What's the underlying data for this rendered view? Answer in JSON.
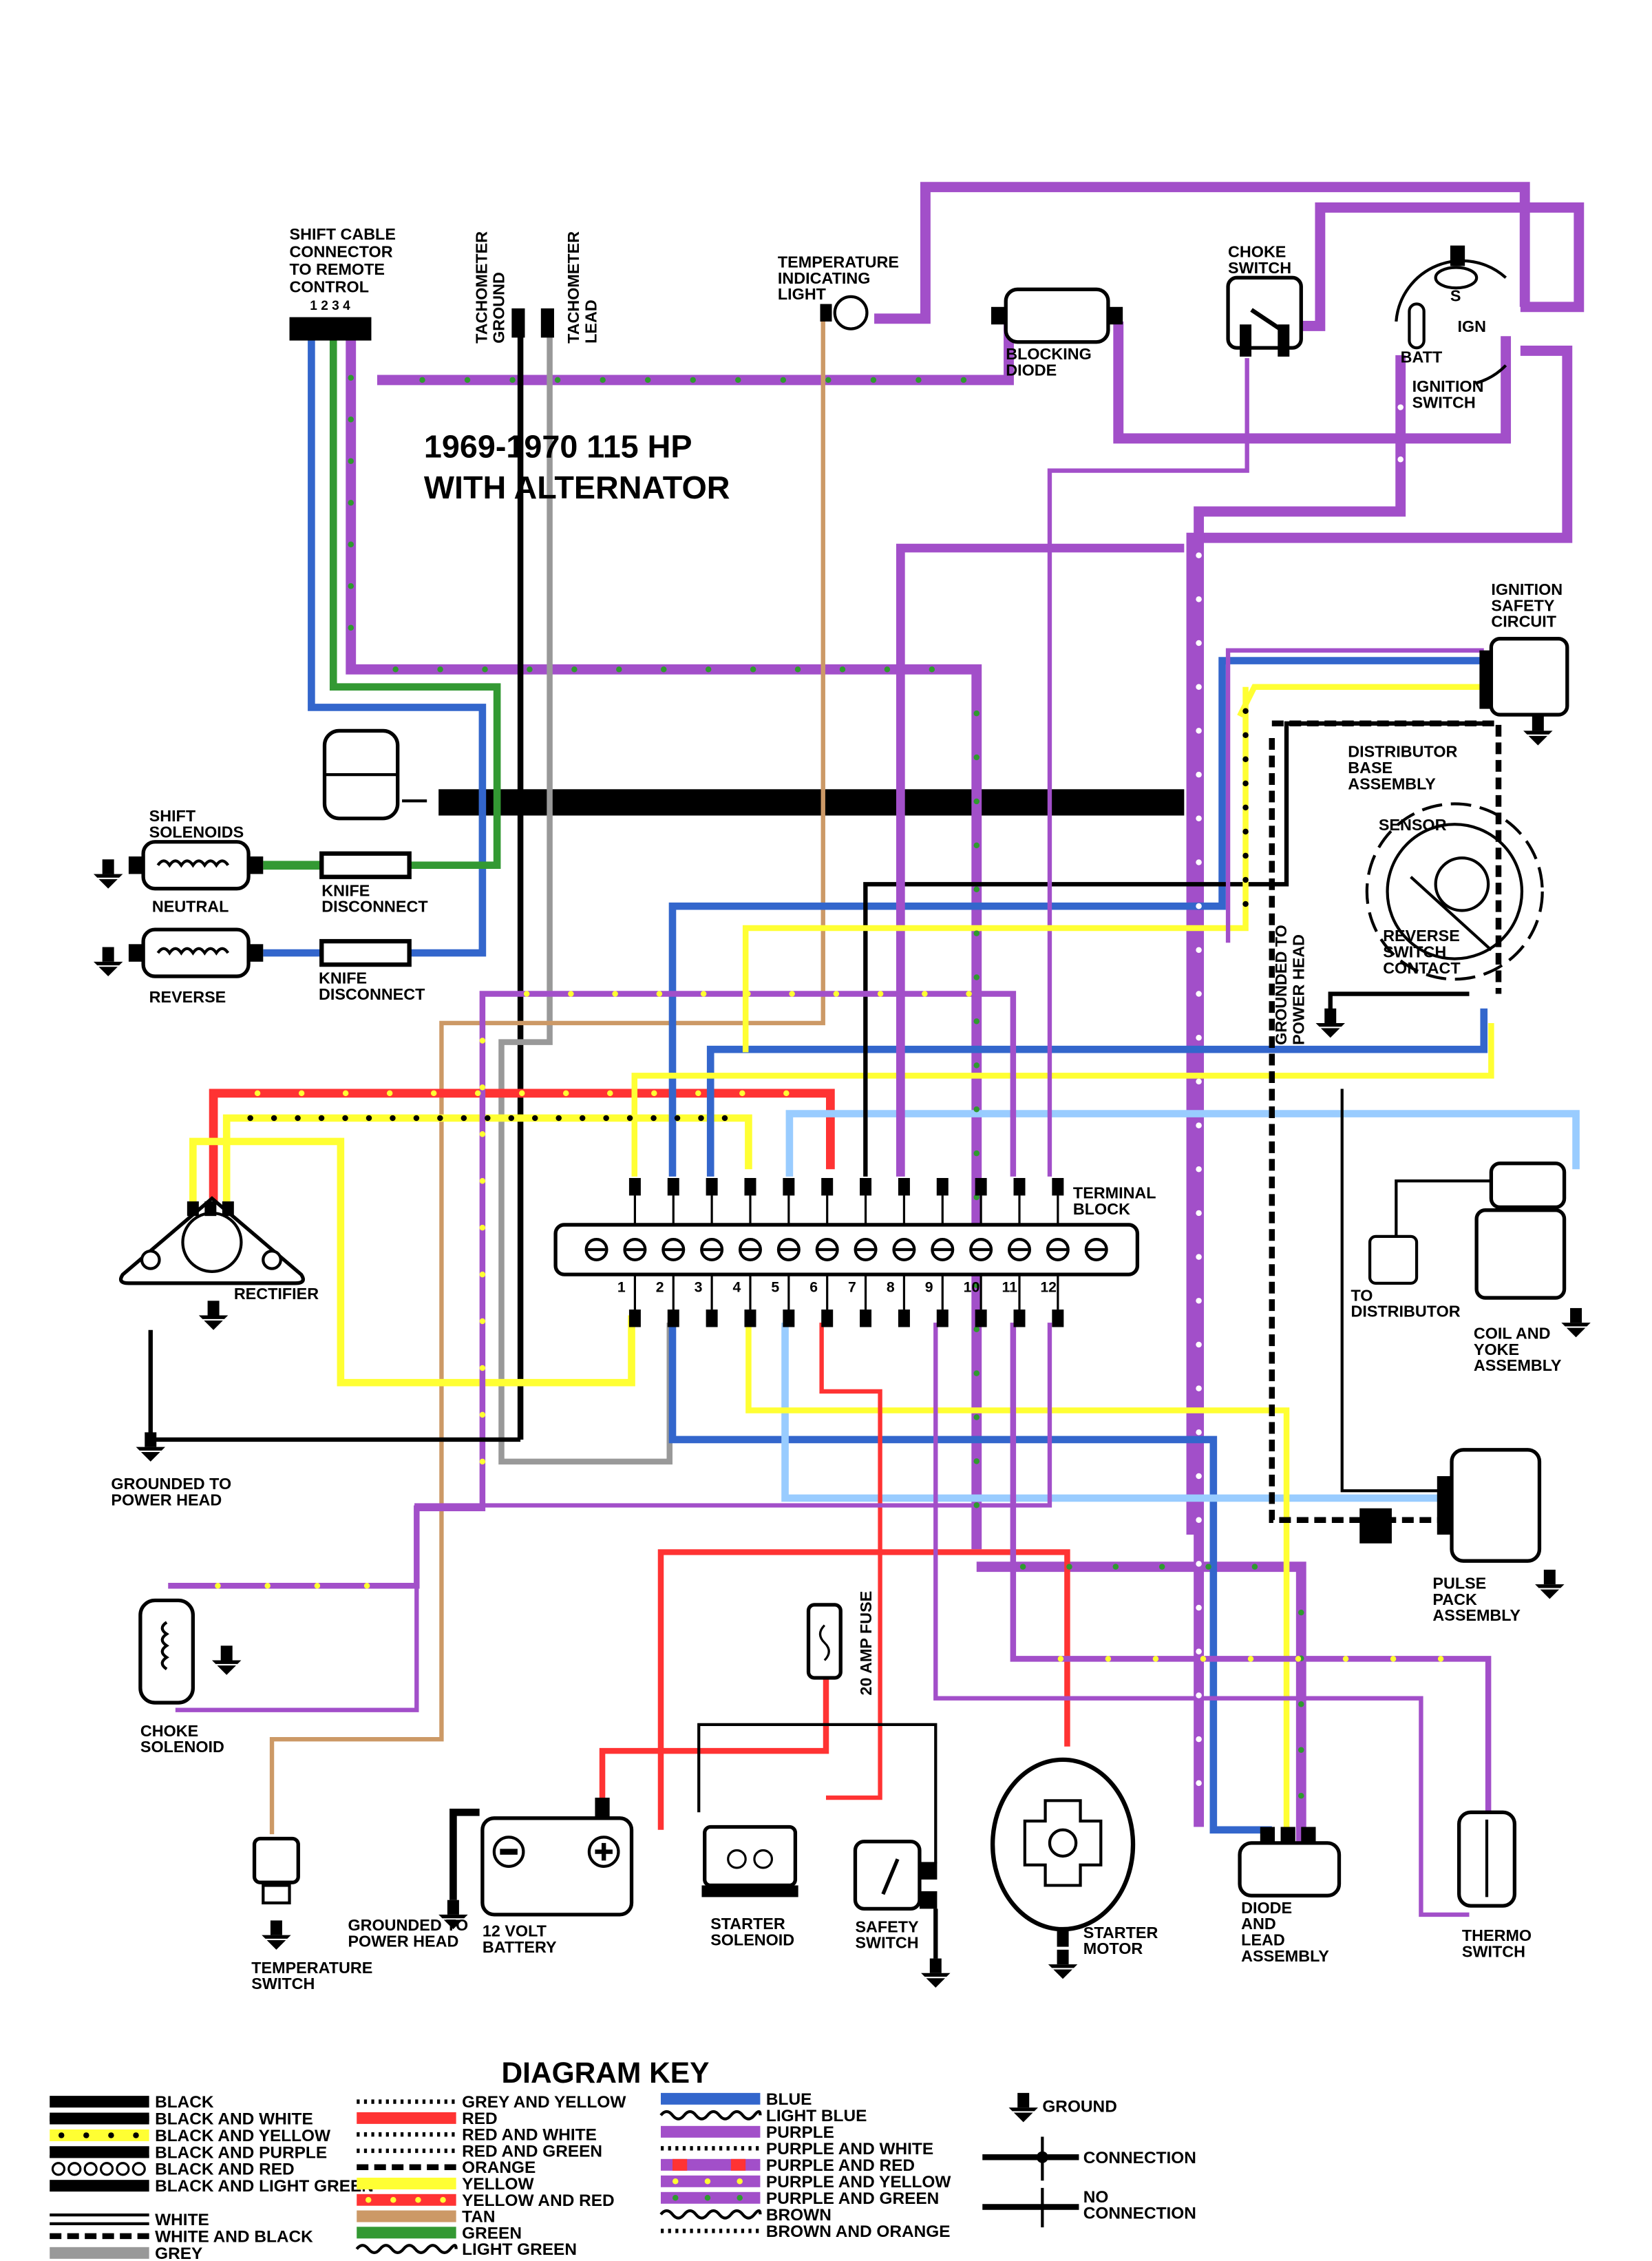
{
  "title": {
    "line1": "1969-1970 115  HP",
    "line2": "WITH  ALTERNATOR"
  },
  "colors": {
    "black": "#000000",
    "purple": "#a24fc9",
    "blue": "#3366cc",
    "light_blue": "#99ccff",
    "red": "#ff3333",
    "yellow": "#ffff33",
    "green": "#339933",
    "tan": "#cc9966",
    "grey": "#999999",
    "dot_green": "#2e9a2e",
    "dot_yellow": "#ffff33",
    "dot_white": "#ffffff"
  },
  "components": {
    "shift_cable": {
      "label": [
        "SHIFT CABLE",
        "CONNECTOR",
        "TO REMOTE",
        "CONTROL"
      ],
      "pins": "1 2 3 4"
    },
    "tach_ground": "TACHOMETER GROUND",
    "tach_ground_l1": "TACHOMETER",
    "tach_ground_l2": "GROUND",
    "tach_lead_l1": "TACHOMETER",
    "tach_lead_l2": "LEAD",
    "temp_light": [
      "TEMPERATURE",
      "INDICATING",
      "LIGHT"
    ],
    "blocking_diode": [
      "BLOCKING",
      "DIODE"
    ],
    "choke_switch": [
      "CHOKE",
      "SWITCH"
    ],
    "ignition_switch": {
      "label": [
        "IGNITION",
        "SWITCH"
      ],
      "s": "S",
      "ign": "IGN",
      "batt": "BATT"
    },
    "ignition_safety": [
      "IGNITION",
      "SAFETY",
      "CIRCUIT"
    ],
    "distributor": [
      "DISTRIBUTOR",
      "BASE",
      "ASSEMBLY"
    ],
    "sensor": "SENSOR",
    "reverse_contact": [
      "REVERSE",
      "SWITCH",
      "CONTACT"
    ],
    "grounded_vert": [
      "GROUNDED TO",
      "POWER HEAD"
    ],
    "shift_solenoids": [
      "SHIFT",
      "SOLENOIDS"
    ],
    "neutral": "NEUTRAL",
    "reverse": "REVERSE",
    "knife1": [
      "KNIFE",
      "DISCONNECT"
    ],
    "knife2": [
      "KNIFE",
      "DISCONNECT"
    ],
    "terminal_block": [
      "TERMINAL",
      "BLOCK"
    ],
    "terminal_numbers": [
      "1",
      "2",
      "3",
      "4",
      "5",
      "6",
      "7",
      "8",
      "9",
      "10",
      "11",
      "12"
    ],
    "rectifier": "RECTIFIER",
    "grounded_left": [
      "GROUNDED TO",
      "POWER HEAD"
    ],
    "to_distributor": [
      "TO",
      "DISTRIBUTOR"
    ],
    "coil": [
      "COIL AND",
      "YOKE",
      "ASSEMBLY"
    ],
    "pulse_pack": [
      "PULSE",
      "PACK",
      "ASSEMBLY"
    ],
    "choke_solenoid": [
      "CHOKE",
      "SOLENOID"
    ],
    "fuse": "20 AMP FUSE",
    "temp_switch": [
      "TEMPERATURE",
      "SWITCH"
    ],
    "grounded_battery": [
      "GROUNDED TO",
      "POWER HEAD"
    ],
    "battery": [
      "12 VOLT",
      "BATTERY"
    ],
    "starter_solenoid": [
      "STARTER",
      "SOLENOID"
    ],
    "safety_switch": [
      "SAFETY",
      "SWITCH"
    ],
    "starter_motor": [
      "STARTER",
      "MOTOR"
    ],
    "diode_lead": [
      "DIODE",
      "AND",
      "LEAD",
      "ASSEMBLY"
    ],
    "thermo_switch": [
      "THERMO",
      "SWITCH"
    ]
  },
  "key": {
    "title": "DIAGRAM KEY",
    "col1": [
      {
        "label": "BLACK",
        "style": "black"
      },
      {
        "label": "BLACK AND WHITE",
        "style": "black-white"
      },
      {
        "label": "BLACK AND YELLOW",
        "style": "black-yellow"
      },
      {
        "label": "BLACK AND PURPLE",
        "style": "black-purple"
      },
      {
        "label": "BLACK AND RED",
        "style": "black-red"
      },
      {
        "label": "BLACK AND LIGHT GREEN",
        "style": "black-lightgreen"
      },
      {
        "label": "WHITE",
        "style": "white"
      },
      {
        "label": "WHITE AND BLACK",
        "style": "white-black"
      },
      {
        "label": "GREY",
        "style": "grey"
      }
    ],
    "col2": [
      {
        "label": "GREY AND YELLOW",
        "style": "grey-yellow"
      },
      {
        "label": "RED",
        "style": "red"
      },
      {
        "label": "RED AND WHITE",
        "style": "red-white"
      },
      {
        "label": "RED AND GREEN",
        "style": "red-green"
      },
      {
        "label": "ORANGE",
        "style": "orange"
      },
      {
        "label": "YELLOW",
        "style": "yellow"
      },
      {
        "label": "YELLOW AND RED",
        "style": "yellow-red"
      },
      {
        "label": "TAN",
        "style": "tan"
      },
      {
        "label": "GREEN",
        "style": "green"
      },
      {
        "label": "LIGHT GREEN",
        "style": "lightgreen"
      }
    ],
    "col3": [
      {
        "label": "BLUE",
        "style": "blue"
      },
      {
        "label": "LIGHT BLUE",
        "style": "lightblue"
      },
      {
        "label": "PURPLE",
        "style": "purple"
      },
      {
        "label": "PURPLE AND WHITE",
        "style": "purple-white"
      },
      {
        "label": "PURPLE AND RED",
        "style": "purple-red"
      },
      {
        "label": "PURPLE AND YELLOW",
        "style": "purple-yellow"
      },
      {
        "label": "PURPLE AND GREEN",
        "style": "purple-green"
      },
      {
        "label": "BROWN",
        "style": "brown"
      },
      {
        "label": "BROWN AND ORANGE",
        "style": "brown-orange"
      }
    ],
    "symbols": {
      "ground": "GROUND",
      "connection": "CONNECTION",
      "no_connection_l1": "NO",
      "no_connection_l2": "CONNECTION"
    }
  }
}
